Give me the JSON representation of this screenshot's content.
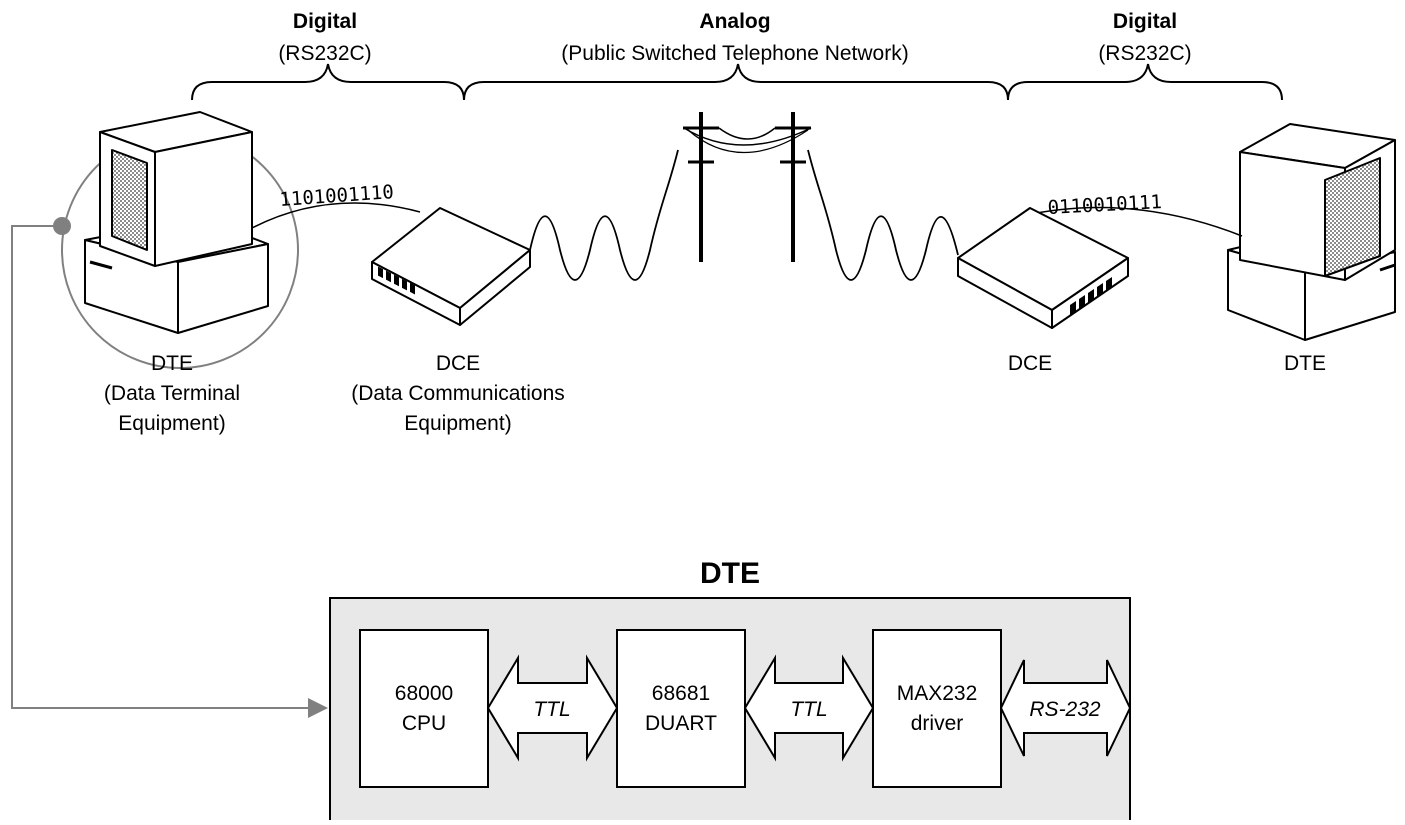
{
  "sections": [
    {
      "title": "Digital",
      "subtitle": "(RS232C)"
    },
    {
      "title": "Analog",
      "subtitle": "(Public Switched Telephone Network)"
    },
    {
      "title": "Digital",
      "subtitle": "(RS232C)"
    }
  ],
  "nodes": {
    "dte_left": {
      "line1": "DTE",
      "line2": "(Data Terminal",
      "line3": "Equipment)"
    },
    "dce_left": {
      "line1": "DCE",
      "line2": "(Data Communications",
      "line3": "Equipment)"
    },
    "dce_right": {
      "line1": "DCE"
    },
    "dte_right": {
      "line1": "DTE"
    }
  },
  "bitstreams": {
    "left": "1101001110",
    "right": "0110010111"
  },
  "detail": {
    "title": "DTE",
    "blocks": [
      {
        "line1": "68000",
        "line2": "CPU"
      },
      {
        "line1": "68681",
        "line2": "DUART"
      },
      {
        "line1": "MAX232",
        "line2": "driver"
      }
    ],
    "links": [
      "TTL",
      "TTL",
      "RS-232"
    ]
  },
  "colors": {
    "box_fill": "#e8e8e8",
    "connector": "#808080",
    "screen_pattern": "#9a9a9a"
  }
}
